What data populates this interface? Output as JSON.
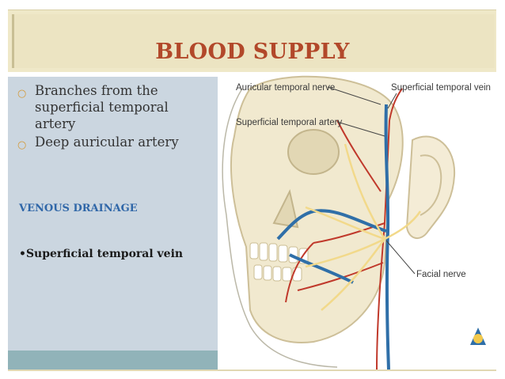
{
  "slide": {
    "title": "BLOOD SUPPLY",
    "bullets": [
      "Branches from the superficial temporal artery",
      "Deep auricular artery"
    ],
    "sub_heading": "VENOUS DRAINAGE",
    "plain_line": "•Superficial temporal vein"
  },
  "figure": {
    "labels": {
      "auricular_temporal_nerve": "Auricular temporal nerve",
      "superficial_temporal_vein": "Superficial temporal vein",
      "superficial_temporal_artery": "Superficial temporal artery",
      "facial_nerve": "Facial nerve"
    }
  },
  "colors": {
    "title": "#b2482a",
    "title_band": "#ece4c2",
    "left_panel": "#cbd6e0",
    "panel_bottom": "#91b3b9",
    "bullet_marker": "#d39a3a",
    "sub_heading": "#3067a8",
    "artery": "#c0392b",
    "vein": "#2f6fa8",
    "nerve": "#f2d98a"
  },
  "icons": {
    "bullet": "bullet-dot-icon",
    "logo": "triangle-globe-logo-icon"
  }
}
